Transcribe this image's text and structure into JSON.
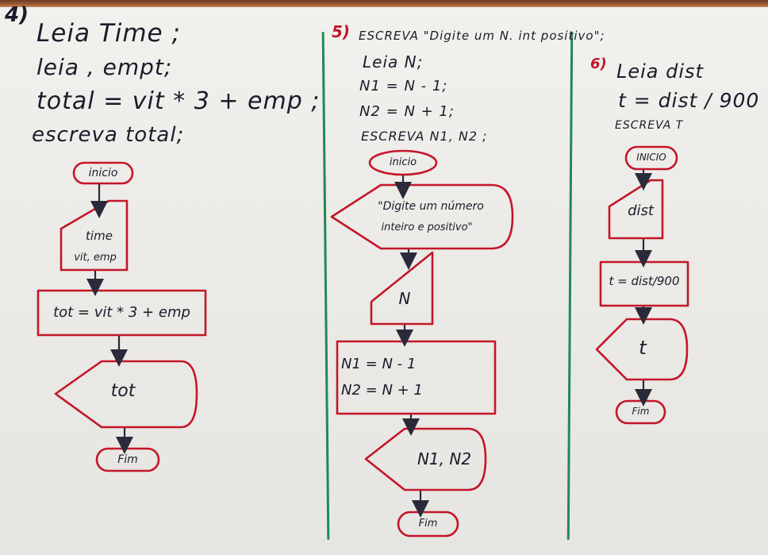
{
  "board": {
    "colors": {
      "ink": "#1b1b2b",
      "marker_red": "#c4162a",
      "divider_green": "#1f8a55",
      "frame": "#a05c35"
    }
  },
  "ex4": {
    "number": "4)",
    "lines": [
      "Leia Time ;",
      "leia  , empt;",
      "total = vit * 3 + emp ;",
      "escreva total;"
    ],
    "start": "inicio",
    "input": [
      "time",
      "vit, emp"
    ],
    "process": "tot = vit * 3 + emp",
    "output": "tot",
    "end": "Fim"
  },
  "ex5": {
    "number": "5)",
    "lines": [
      "ESCREVA \"Digite um N. int positivo\";",
      "Leia N;",
      "N1 = N - 1;",
      "N2 = N + 1;",
      "ESCREVA N1, N2 ;"
    ],
    "start": "inicio",
    "display": [
      "\"Digite um número",
      "inteiro e positivo\""
    ],
    "input": "N",
    "process": [
      "N1 = N - 1",
      "N2 = N + 1"
    ],
    "output": "N1, N2",
    "end": "Fim"
  },
  "ex6": {
    "number": "6)",
    "lines": [
      "Leia dist",
      "t = dist / 900",
      "ESCREVA T"
    ],
    "start": "INICIO",
    "input": "dist",
    "process": "t = dist/900",
    "output": "t",
    "end": "Fim"
  }
}
